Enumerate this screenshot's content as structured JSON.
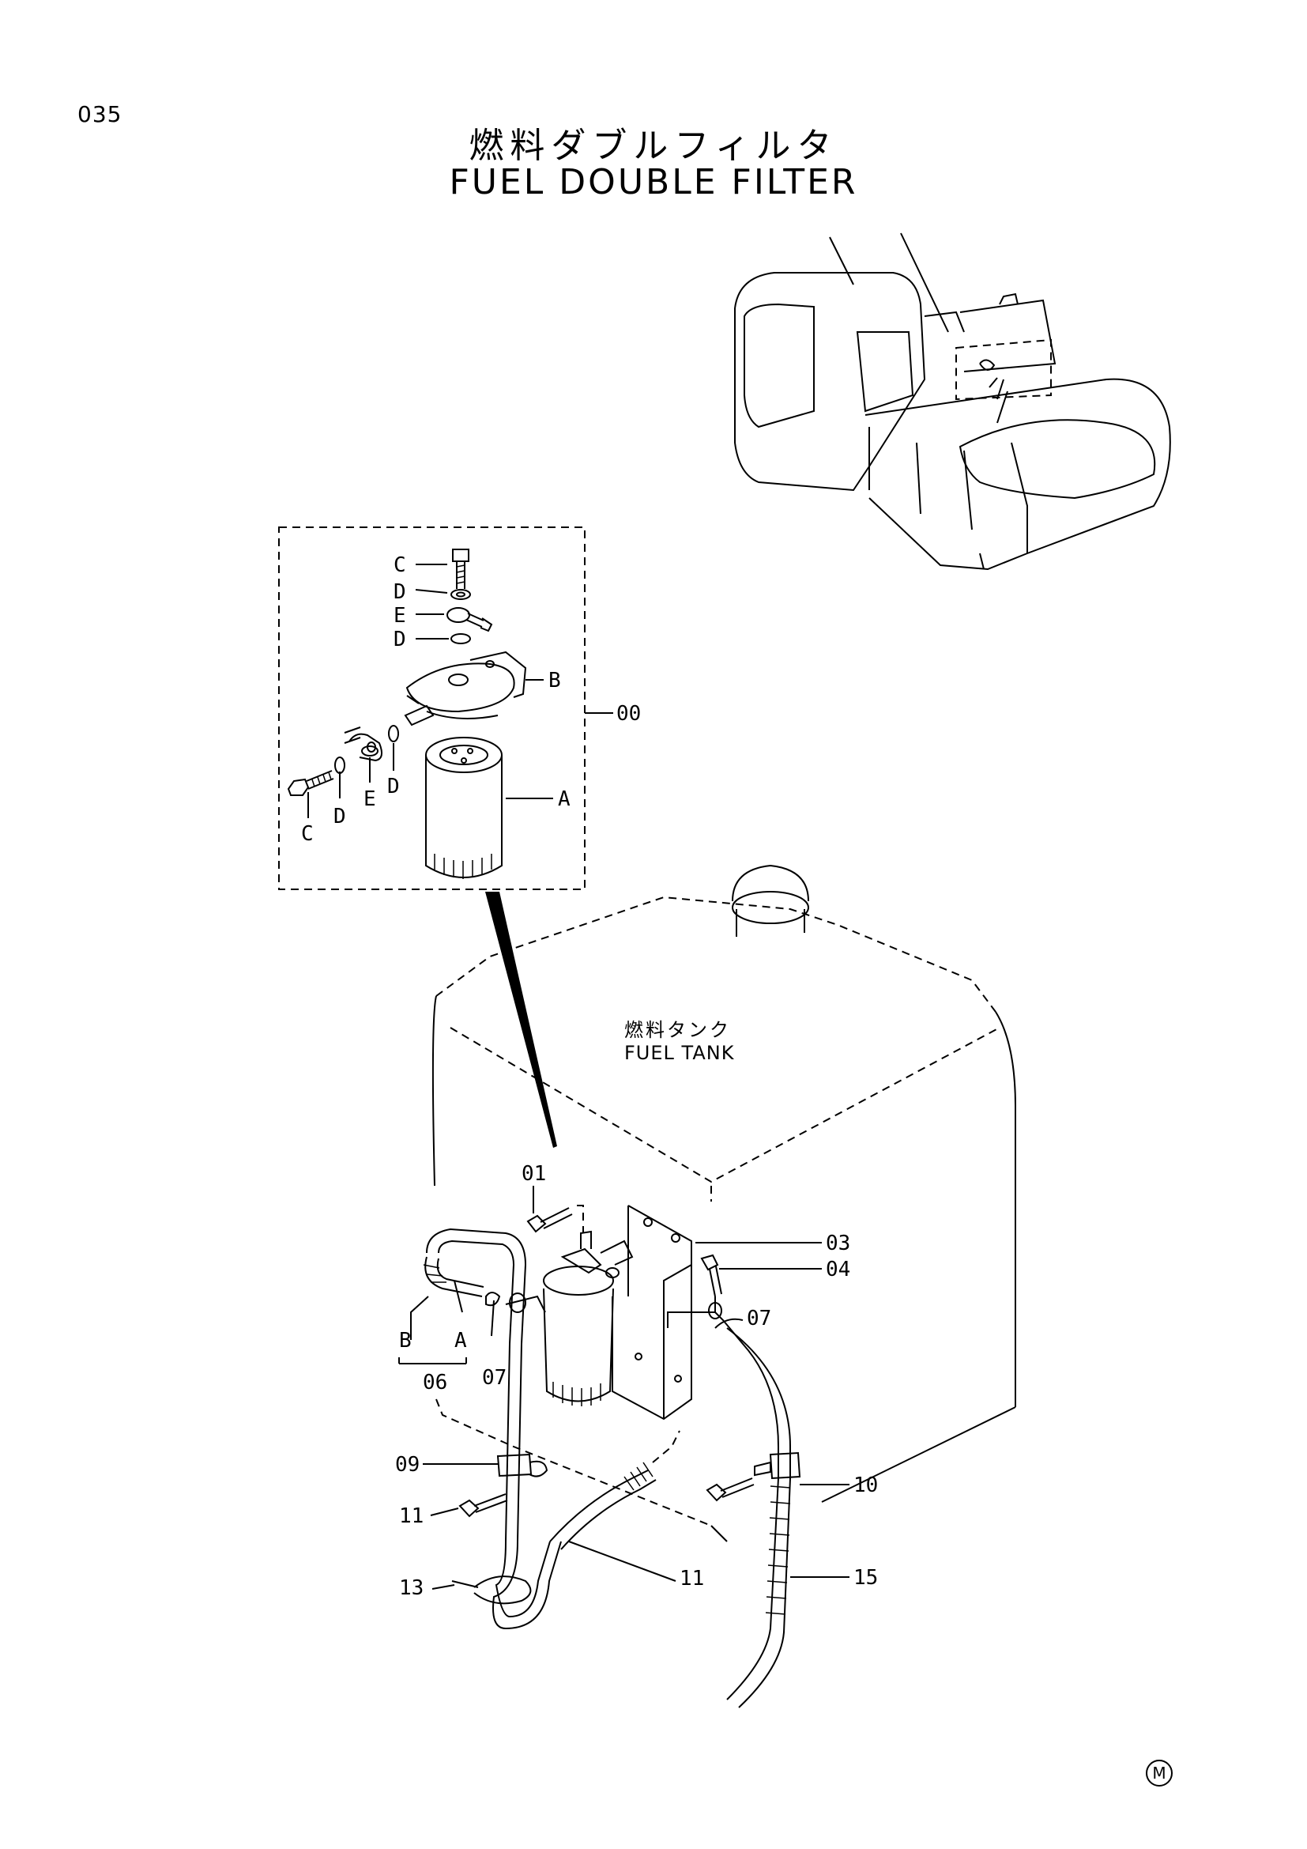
{
  "page": {
    "number": "035"
  },
  "title": {
    "japanese": "燃料ダブルフィルタ",
    "english": "FUEL DOUBLE FILTER"
  },
  "tank_label": {
    "japanese": "燃料タンク",
    "english": "FUEL TANK"
  },
  "detail_callouts": {
    "c_top": "C",
    "d_top1": "D",
    "e_top": "E",
    "d_top2": "D",
    "b": "B",
    "assembly": "00",
    "a": "A",
    "c_left": "C",
    "d_left1": "D",
    "e_left": "E",
    "d_left2": "D"
  },
  "main_callouts": {
    "p01": "01",
    "p03": "03",
    "p04": "04",
    "p07_right": "07",
    "p06_b": "B",
    "p06_a": "A",
    "p06": "06",
    "p07_left": "07",
    "p09": "09",
    "p11_left": "11",
    "p11_mid": "11",
    "p13": "13",
    "p10": "10",
    "p15": "15"
  },
  "mark": "M"
}
